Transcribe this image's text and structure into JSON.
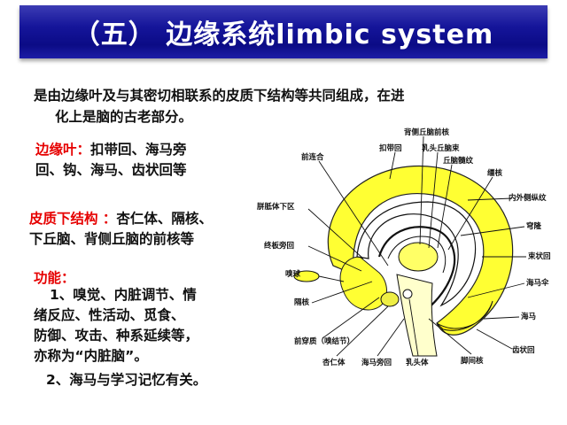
{
  "title": "（五） 边缘系统limbic system",
  "intro": {
    "line1": "是由边缘叶及与其密切相联系的皮质下结构等共同组成，在进",
    "line2": "化上是脑的古老部分。"
  },
  "limbic_lobe": {
    "label": "边缘叶：",
    "text_line1": "扣带回、海马旁",
    "text_line2": "回、钩、海马、齿状回等"
  },
  "subcortical": {
    "label": "皮质下结构 ：",
    "text_line1": "杏仁体、隔核、",
    "text_line2": "下丘脑、背侧丘脑的前核等"
  },
  "function": {
    "label": "功能：",
    "item1_line1": "1、嗅觉、内脏调节、情",
    "item1_line2": "绪反应、性活动、觅食、",
    "item1_line3": "防御、攻击、种系延续等，",
    "item1_line4": "亦称为“内脏脑”。",
    "item2": "2、海马与学习记忆有关。"
  },
  "diagram_labels": {
    "dorsal_thalamus_anterior": "背侧丘脑前核",
    "cingulate": "扣带回",
    "mammillothalamic": "乳头丘脑束",
    "anterior_commissure": "前连合",
    "thalamic_stria": "丘脑髓纹",
    "habenula": "缰核",
    "medial_longitudinal_stria": "内外侧纵纹",
    "subcallosal": "胼胝体下区",
    "fornix": "穹隆",
    "terminal_gyrus": "终板旁回",
    "stria_terminalis": "束状回",
    "olfactory_bulb": "嗅球",
    "fimbria": "海马伞",
    "septal_nucleus": "隔核",
    "hippocampus": "海马",
    "anterior_perforated": "前穿质（嗅结节）",
    "amygdala": "杏仁体",
    "parahippocampal": "海马旁回",
    "mammillary_body": "乳头体",
    "interpeduncular": "脚间核",
    "dentate": "齿状回"
  },
  "colors": {
    "title_bar": "#15159a",
    "accent_red": "#e60000",
    "diagram_yellow": "#ffff00"
  }
}
